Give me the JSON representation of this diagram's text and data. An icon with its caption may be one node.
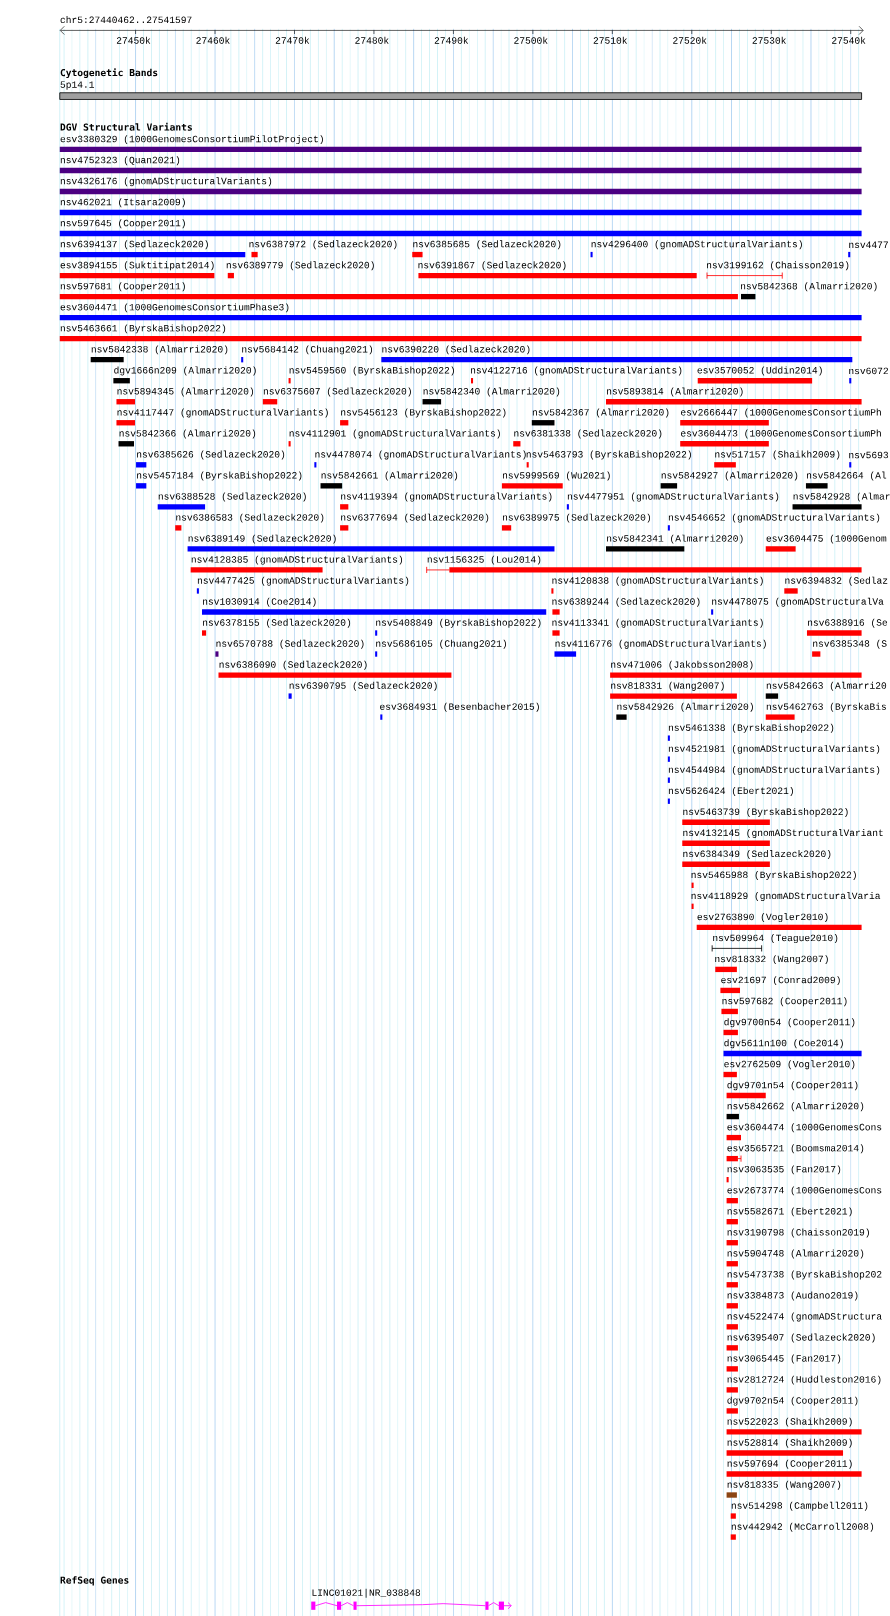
{
  "diagram": {
    "labels": [
      "chr5:27440462..27541597",
      "27450k",
      "27460k",
      "27470k",
      "27480k",
      "27490k",
      "27500k",
      "27510k",
      "27520k",
      "27530k",
      "27540k",
      "Cytogenetic Bands",
      "5p14.1",
      "DGV Structural Variants",
      "esv3380329 (1000GenomesConsortiumPilotProject)",
      "nsv4752323 (Quan2021)",
      "nsv4326176 (gnomADStructuralVariants)",
      "nsv462021 (Itsara2009)",
      "nsv597645 (Cooper2011)",
      "nsv6394137 (Sedlazeck2020)",
      "nsv6387972 (Sedlazeck2020)",
      "nsv6385685 (Sedlazeck2020)",
      "nsv4296400 (gnomADStructuralVariants)",
      "nsv4477",
      "esv3894155 (Suktitipat2014)",
      "nsv6389779 (Sedlazeck2020)",
      "nsv6391867 (Sedlazeck2020)",
      "nsv3199162 (Chaisson2019)",
      "nsv597681 (Cooper2011)",
      "nsv5842368 (Almarri2020)",
      "esv3604471 (1000GenomesConsortiumPhase3)",
      "nsv5463661 (ByrskaBishop2022)",
      "nsv5842338 (Almarri2020)",
      "nsv5684142 (Chuang2021)",
      "nsv6390220 (Sedlazeck2020)",
      "dgv1666n209 (Almarri2020)",
      "nsv5459560 (ByrskaBishop2022)",
      "nsv4122716 (gnomADStructuralVariants)",
      "esv3570052 (Uddin2014)",
      "nsv6072",
      "nsv5894345 (Almarri2020)",
      "nsv6375607 (Sedlazeck2020)",
      "nsv5842340 (Almarri2020)",
      "nsv5893814 (Almarri2020)",
      "nsv4117447 (gnomADStructuralVariants)",
      "nsv5456123 (ByrskaBishop2022)",
      "nsv5842367 (Almarri2020)",
      "esv2666447 (1000GenomesConsortiumPh",
      "nsv5842366 (Almarri2020)",
      "nsv4112901 (gnomADStructuralVariants)",
      "nsv6381338 (Sedlazeck2020)",
      "esv3604473 (1000GenomesConsortiumPh",
      "nsv6385626 (Sedlazeck2020)",
      "nsv4478074 (gnomADStructuralVariants)",
      "nsv5463793 (ByrskaBishop2022)",
      "nsv517157 (Shaikh2009)",
      "nsv5693",
      "nsv5457184 (ByrskaBishop2022)",
      "nsv5842661 (Almarri2020)",
      "nsv5999569 (Wu2021)",
      "nsv5842927 (Almarri2020)",
      "nsv5842664 (Al",
      "nsv6388528 (Sedlazeck2020)",
      "nsv4119394 (gnomADStructuralVariants)",
      "nsv4477951 (gnomADStructuralVariants)",
      "nsv5842928 (Almar",
      "nsv6386583 (Sedlazeck2020)",
      "nsv6377694 (Sedlazeck2020)",
      "nsv6389975 (Sedlazeck2020)",
      "nsv4546652 (gnomADStructuralVariants)",
      "nsv6389149 (Sedlazeck2020)",
      "nsv5842341 (Almarri2020)",
      "esv3604475 (1000Genom",
      "nsv4128385 (gnomADStructuralVariants)",
      "nsv1156325 (Lou2014)",
      "nsv4477425 (gnomADStructuralVariants)",
      "nsv4120838 (gnomADStructuralVariants)",
      "nsv6394832 (Sedlaz",
      "nsv1030914 (Coe2014)",
      "nsv6389244 (Sedlazeck2020)",
      "nsv4478075 (gnomADStructuralVa",
      "nsv6378155 (Sedlazeck2020)",
      "nsv5408849 (ByrskaBishop2022)",
      "nsv4113341 (gnomADStructuralVariants)",
      "nsv6388916 (Se",
      "nsv6570788 (Sedlazeck2020)",
      "nsv5686105 (Chuang2021)",
      "nsv4116776 (gnomADStructuralVariants)",
      "nsv6385348 (S",
      "nsv6386090 (Sedlazeck2020)",
      "nsv471006 (Jakobsson2008)",
      "nsv6390795 (Sedlazeck2020)",
      "nsv818331 (Wang2007)",
      "nsv5842663 (Almarri20",
      "esv3684931 (Besenbacher2015)",
      "nsv5842926 (Almarri2020)",
      "nsv5462763 (ByrskaBis",
      "nsv5461338 (ByrskaBishop2022)",
      "nsv4521981 (gnomADStructuralVariants)",
      "nsv4544984 (gnomADStructuralVariants)",
      "nsv5626424 (Ebert2021)",
      "nsv5463739 (ByrskaBishop2022)",
      "nsv4132145 (gnomADStructuralVariant",
      "nsv6384349 (Sedlazeck2020)",
      "nsv5465988 (ByrskaBishop2022)",
      "nsv4118929 (gnomADStructuralVaria",
      "esv2763890 (Vogler2010)",
      "nsv509964 (Teague2010)",
      "nsv818332 (Wang2007)",
      "esv21697 (Conrad2009)",
      "nsv597682 (Cooper2011)",
      "dgv9700n54 (Cooper2011)",
      "dgv5611n100 (Coe2014)",
      "esv2762509 (Vogler2010)",
      "dgv9701n54 (Cooper2011)",
      "nsv5842662 (Almarri2020)",
      "esv3604474 (1000GenomesCons",
      "esv3565721 (Boomsma2014)",
      "nsv3063535 (Fan2017)",
      "esv2673774 (1000GenomesCons",
      "nsv5582671 (Ebert2021)",
      "nsv3190798 (Chaisson2019)",
      "nsv5904748 (Almarri2020)",
      "nsv5473738 (ByrskaBishop202",
      "nsv3384873 (Audano2019)",
      "nsv4522474 (gnomADStructura",
      "nsv6395407 (Sedlazeck2020)",
      "nsv3065445 (Fan2017)",
      "nsv2812724 (Huddleston2016)",
      "dgv9702n54 (Cooper2011)",
      "nsv522023 (Shaikh2009)",
      "nsv528814 (Shaikh2009)",
      "nsv597694 (Cooper2011)",
      "nsv818335 (Wang2007)",
      "nsv514298 (Campbell2011)",
      "nsv442942 (McCarroll2008)",
      "RefSeq Genes",
      "LINC01021|NR_038848"
    ]
  }
}
